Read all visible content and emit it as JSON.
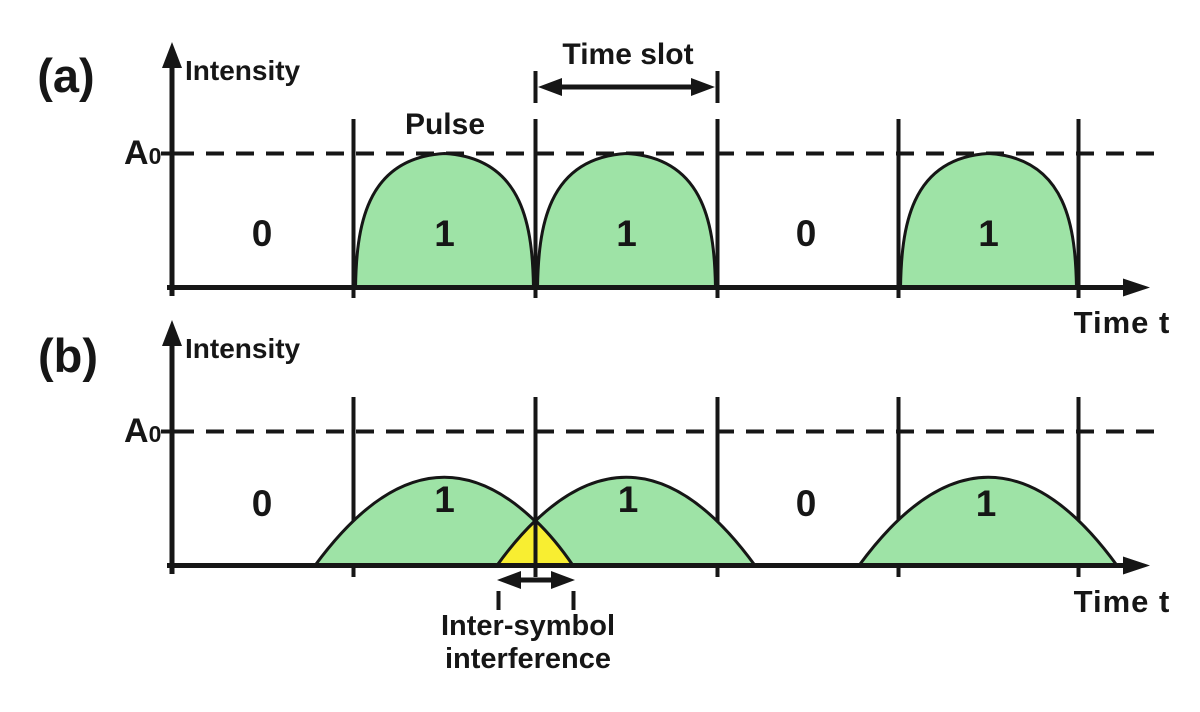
{
  "figure": {
    "type": "pulse-dispersion-diagram",
    "colors": {
      "pulse_fill": "#9ee3a6",
      "isi_fill": "#f8ee31",
      "ink": "#161616",
      "background": "#ffffff"
    },
    "panel_a": {
      "label": "(a)",
      "y_axis_label": "Intensity",
      "threshold_label": "A",
      "threshold_sub": "0",
      "pulse_label": "Pulse",
      "time_slot_label": "Time slot",
      "bits": [
        "0",
        "1",
        "1",
        "0",
        "1"
      ],
      "x_axis_label": "Time t"
    },
    "panel_b": {
      "label": "(b)",
      "y_axis_label": "Intensity",
      "threshold_label": "A",
      "threshold_sub": "0",
      "isi_label_line1": "Inter-symbol",
      "isi_label_line2": "interference",
      "bits": [
        "0",
        "1",
        "1",
        "0",
        "1"
      ],
      "x_axis_label": "Time t"
    }
  }
}
